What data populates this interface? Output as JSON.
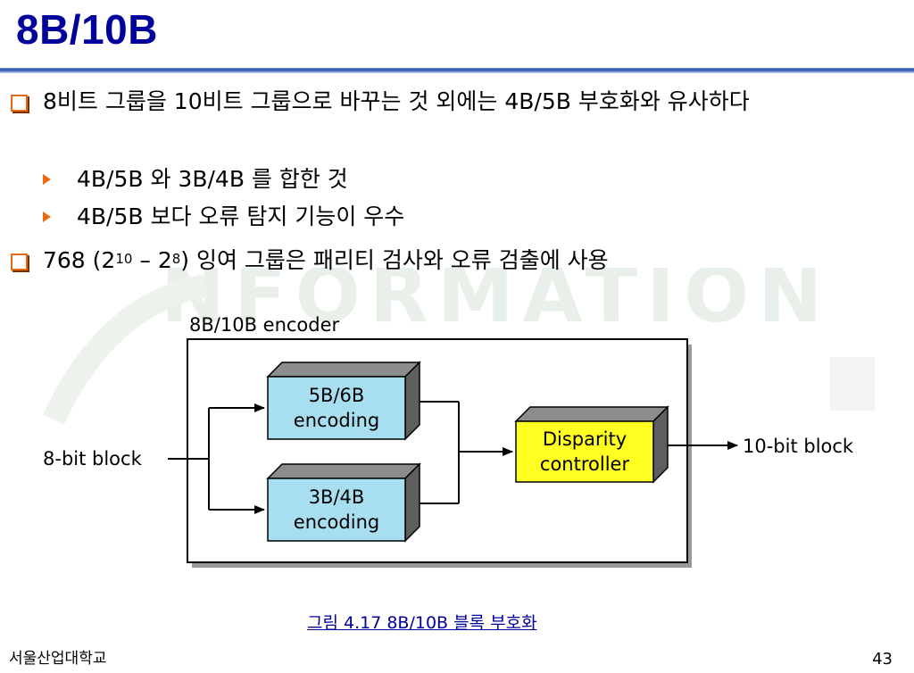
{
  "title": "8B/10B",
  "bullets": [
    {
      "text": "8비트 그룹을 10비트 그룹으로 바꾸는 것 외에는 4B/5B 부호화와 유사하다",
      "sub": [
        "4B/5B 와 3B/4B 를 합한 것",
        "4B/5B 보다 오류 탐지 기능이 우수"
      ]
    },
    {
      "text_pre": "768 (2",
      "sup1": "10",
      "text_mid": " – 2",
      "sup2": "8",
      "text_post": ") 잉여 그룹은 패리티 검사와 오류 검출에 사용"
    }
  ],
  "diagram": {
    "encoder_label": "8B/10B encoder",
    "input_label": "8-bit block",
    "output_label": "10-bit block",
    "box_top": [
      "5B/6B",
      "encoding"
    ],
    "box_bottom": [
      "3B/4B",
      "encoding"
    ],
    "box_disparity": [
      "Disparity",
      "controller"
    ],
    "colors": {
      "encoding_box": "#a8dff0",
      "disparity_box": "#ffff22",
      "box_side": "#6b6b6b"
    }
  },
  "caption": "그림 4.17  8B/10B 블록 부호화",
  "footer": {
    "institution": "서울산업대학교",
    "page_number": "43"
  },
  "accent_colors": {
    "title": "#00009a",
    "bullet_marker": "#e86a10"
  }
}
